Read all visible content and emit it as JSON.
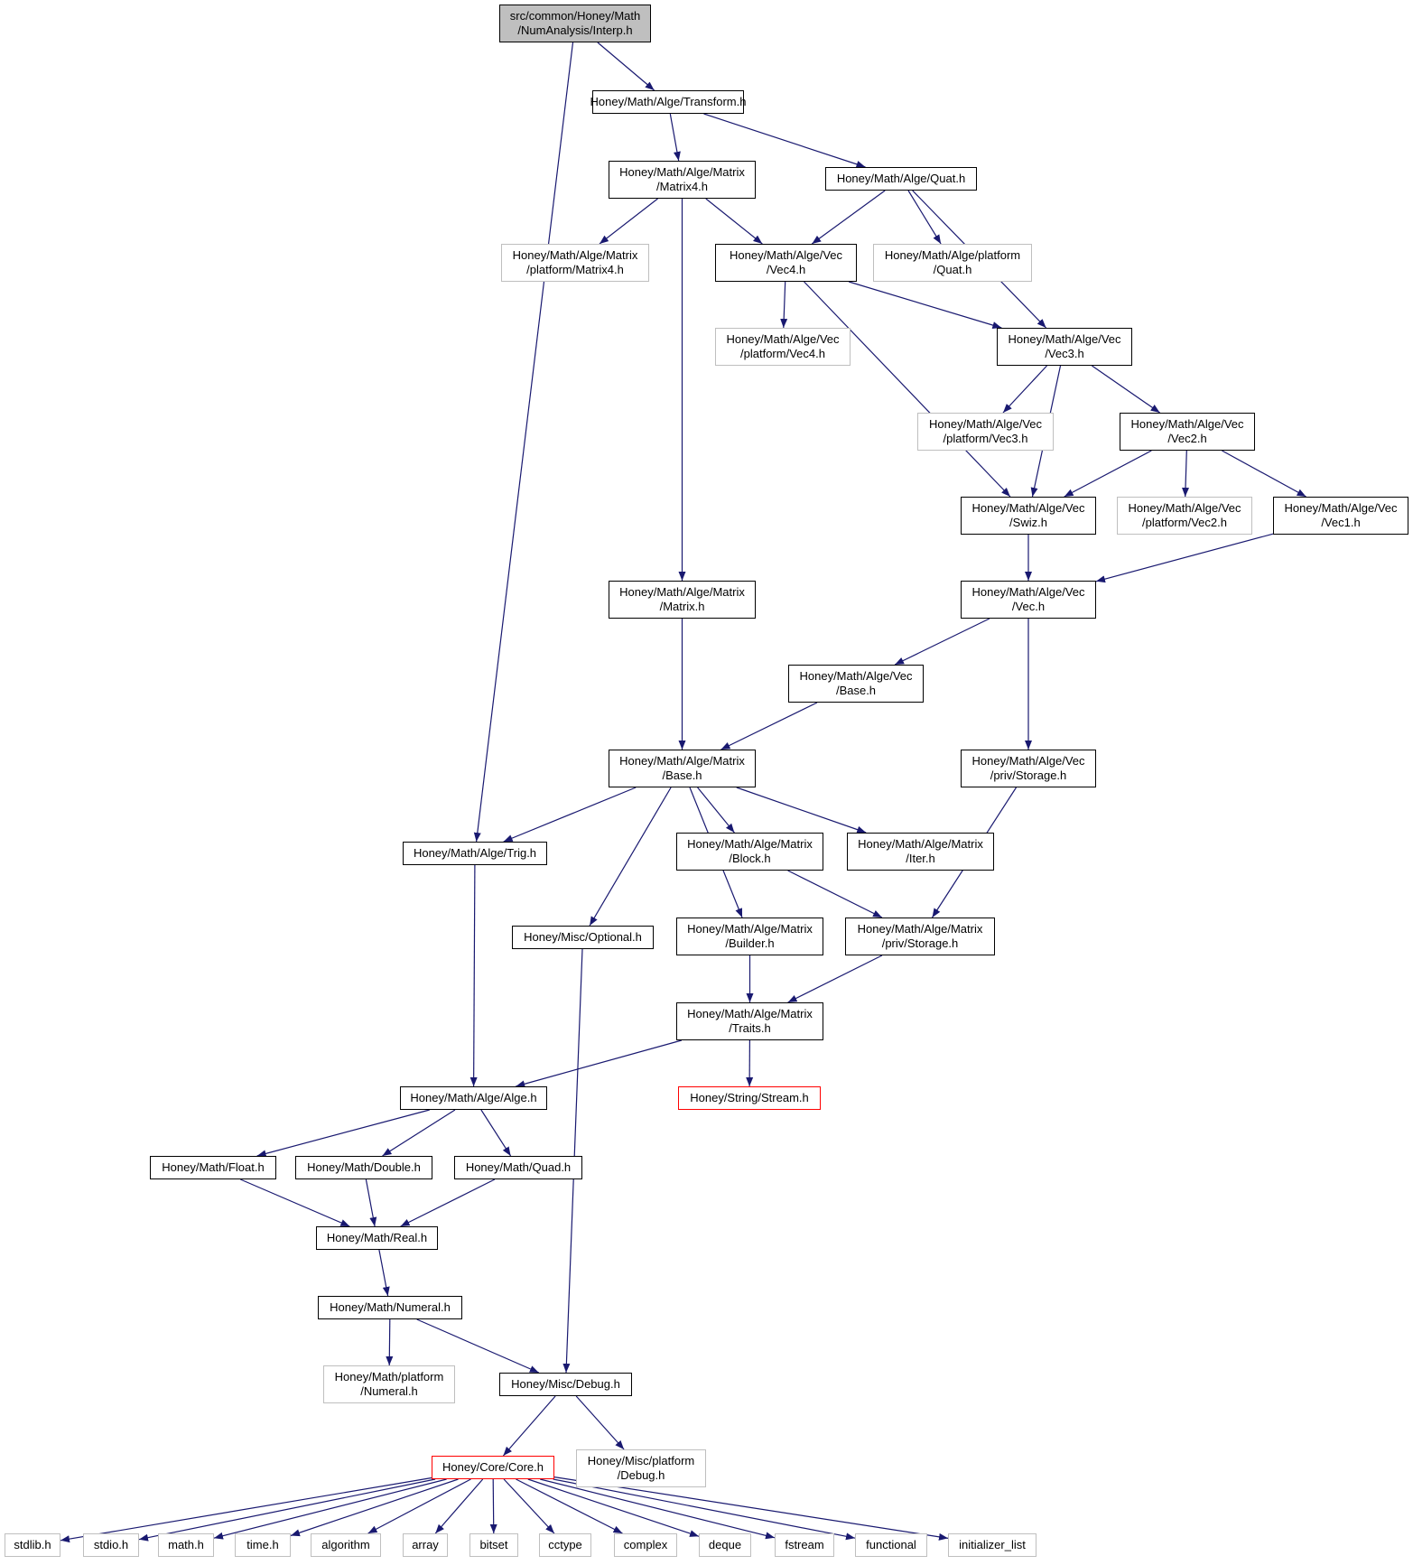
{
  "colors": {
    "edge": "#191970",
    "documented_border": "#000000",
    "external_border": "#bfbfbf",
    "truncated_border": "#ff0000",
    "root_fill": "#bfbfbf"
  },
  "nodes": [
    {
      "id": "interp",
      "kind": "root",
      "lines": [
        "src/common/Honey/Math",
        "/NumAnalysis/Interp.h"
      ]
    },
    {
      "id": "transform",
      "kind": "doc",
      "lines": [
        "Honey/Math/Alge/Transform.h"
      ]
    },
    {
      "id": "matrix4",
      "kind": "doc",
      "lines": [
        "Honey/Math/Alge/Matrix",
        "/Matrix4.h"
      ]
    },
    {
      "id": "quat",
      "kind": "doc",
      "lines": [
        "Honey/Math/Alge/Quat.h"
      ]
    },
    {
      "id": "pmatrix4",
      "kind": "ext",
      "lines": [
        "Honey/Math/Alge/Matrix",
        "/platform/Matrix4.h"
      ]
    },
    {
      "id": "vec4",
      "kind": "doc",
      "lines": [
        "Honey/Math/Alge/Vec",
        "/Vec4.h"
      ]
    },
    {
      "id": "pquat",
      "kind": "ext",
      "lines": [
        "Honey/Math/Alge/platform",
        "/Quat.h"
      ]
    },
    {
      "id": "pvec4",
      "kind": "ext",
      "lines": [
        "Honey/Math/Alge/Vec",
        "/platform/Vec4.h"
      ]
    },
    {
      "id": "vec3",
      "kind": "doc",
      "lines": [
        "Honey/Math/Alge/Vec",
        "/Vec3.h"
      ]
    },
    {
      "id": "pvec3",
      "kind": "ext",
      "lines": [
        "Honey/Math/Alge/Vec",
        "/platform/Vec3.h"
      ]
    },
    {
      "id": "vec2",
      "kind": "doc",
      "lines": [
        "Honey/Math/Alge/Vec",
        "/Vec2.h"
      ]
    },
    {
      "id": "swiz",
      "kind": "doc",
      "lines": [
        "Honey/Math/Alge/Vec",
        "/Swiz.h"
      ]
    },
    {
      "id": "pvec2",
      "kind": "ext",
      "lines": [
        "Honey/Math/Alge/Vec",
        "/platform/Vec2.h"
      ]
    },
    {
      "id": "vec1",
      "kind": "doc",
      "lines": [
        "Honey/Math/Alge/Vec",
        "/Vec1.h"
      ]
    },
    {
      "id": "matrix",
      "kind": "doc",
      "lines": [
        "Honey/Math/Alge/Matrix",
        "/Matrix.h"
      ]
    },
    {
      "id": "vec",
      "kind": "doc",
      "lines": [
        "Honey/Math/Alge/Vec",
        "/Vec.h"
      ]
    },
    {
      "id": "vecbase",
      "kind": "doc",
      "lines": [
        "Honey/Math/Alge/Vec",
        "/Base.h"
      ]
    },
    {
      "id": "mbase",
      "kind": "doc",
      "lines": [
        "Honey/Math/Alge/Matrix",
        "/Base.h"
      ]
    },
    {
      "id": "vstorage",
      "kind": "doc",
      "lines": [
        "Honey/Math/Alge/Vec",
        "/priv/Storage.h"
      ]
    },
    {
      "id": "trig",
      "kind": "doc",
      "lines": [
        "Honey/Math/Alge/Trig.h"
      ]
    },
    {
      "id": "block",
      "kind": "doc",
      "lines": [
        "Honey/Math/Alge/Matrix",
        "/Block.h"
      ]
    },
    {
      "id": "iter",
      "kind": "doc",
      "lines": [
        "Honey/Math/Alge/Matrix",
        "/Iter.h"
      ]
    },
    {
      "id": "optional",
      "kind": "doc",
      "lines": [
        "Honey/Misc/Optional.h"
      ]
    },
    {
      "id": "builder",
      "kind": "doc",
      "lines": [
        "Honey/Math/Alge/Matrix",
        "/Builder.h"
      ]
    },
    {
      "id": "mstorage",
      "kind": "doc",
      "lines": [
        "Honey/Math/Alge/Matrix",
        "/priv/Storage.h"
      ]
    },
    {
      "id": "traits",
      "kind": "doc",
      "lines": [
        "Honey/Math/Alge/Matrix",
        "/Traits.h"
      ]
    },
    {
      "id": "alge",
      "kind": "doc",
      "lines": [
        "Honey/Math/Alge/Alge.h"
      ]
    },
    {
      "id": "stream",
      "kind": "red",
      "lines": [
        "Honey/String/Stream.h"
      ]
    },
    {
      "id": "float",
      "kind": "doc",
      "lines": [
        "Honey/Math/Float.h"
      ]
    },
    {
      "id": "double",
      "kind": "doc",
      "lines": [
        "Honey/Math/Double.h"
      ]
    },
    {
      "id": "quad",
      "kind": "doc",
      "lines": [
        "Honey/Math/Quad.h"
      ]
    },
    {
      "id": "real",
      "kind": "doc",
      "lines": [
        "Honey/Math/Real.h"
      ]
    },
    {
      "id": "numeral",
      "kind": "doc",
      "lines": [
        "Honey/Math/Numeral.h"
      ]
    },
    {
      "id": "pnumeral",
      "kind": "ext",
      "lines": [
        "Honey/Math/platform",
        "/Numeral.h"
      ]
    },
    {
      "id": "debug",
      "kind": "doc",
      "lines": [
        "Honey/Misc/Debug.h"
      ]
    },
    {
      "id": "core",
      "kind": "red",
      "lines": [
        "Honey/Core/Core.h"
      ]
    },
    {
      "id": "pdebug",
      "kind": "ext",
      "lines": [
        "Honey/Misc/platform",
        "/Debug.h"
      ]
    },
    {
      "id": "stdlib",
      "kind": "ext",
      "lines": [
        "stdlib.h"
      ]
    },
    {
      "id": "stdio",
      "kind": "ext",
      "lines": [
        "stdio.h"
      ]
    },
    {
      "id": "mathh",
      "kind": "ext",
      "lines": [
        "math.h"
      ]
    },
    {
      "id": "timeh",
      "kind": "ext",
      "lines": [
        "time.h"
      ]
    },
    {
      "id": "algorithm",
      "kind": "ext",
      "lines": [
        "algorithm"
      ]
    },
    {
      "id": "array",
      "kind": "ext",
      "lines": [
        "array"
      ]
    },
    {
      "id": "bitset",
      "kind": "ext",
      "lines": [
        "bitset"
      ]
    },
    {
      "id": "cctype",
      "kind": "ext",
      "lines": [
        "cctype"
      ]
    },
    {
      "id": "complex",
      "kind": "ext",
      "lines": [
        "complex"
      ]
    },
    {
      "id": "deque",
      "kind": "ext",
      "lines": [
        "deque"
      ]
    },
    {
      "id": "fstream",
      "kind": "ext",
      "lines": [
        "fstream"
      ]
    },
    {
      "id": "functional",
      "kind": "ext",
      "lines": [
        "functional"
      ]
    },
    {
      "id": "initlist",
      "kind": "ext",
      "lines": [
        "initializer_list"
      ]
    }
  ],
  "edges": [
    [
      "interp",
      "transform"
    ],
    [
      "interp",
      "trig"
    ],
    [
      "transform",
      "matrix4"
    ],
    [
      "transform",
      "quat"
    ],
    [
      "matrix4",
      "pmatrix4"
    ],
    [
      "matrix4",
      "vec4"
    ],
    [
      "matrix4",
      "matrix"
    ],
    [
      "quat",
      "vec4"
    ],
    [
      "quat",
      "pquat"
    ],
    [
      "quat",
      "vec3"
    ],
    [
      "vec4",
      "pvec4"
    ],
    [
      "vec4",
      "vec3"
    ],
    [
      "vec4",
      "swiz"
    ],
    [
      "vec3",
      "pvec3"
    ],
    [
      "vec3",
      "vec2"
    ],
    [
      "vec3",
      "swiz"
    ],
    [
      "vec2",
      "swiz"
    ],
    [
      "vec2",
      "pvec2"
    ],
    [
      "vec2",
      "vec1"
    ],
    [
      "swiz",
      "vec"
    ],
    [
      "vec1",
      "vec"
    ],
    [
      "matrix",
      "mbase"
    ],
    [
      "vec",
      "vecbase"
    ],
    [
      "vec",
      "vstorage"
    ],
    [
      "vecbase",
      "mbase"
    ],
    [
      "mbase",
      "trig"
    ],
    [
      "mbase",
      "optional"
    ],
    [
      "mbase",
      "builder"
    ],
    [
      "mbase",
      "block"
    ],
    [
      "mbase",
      "iter"
    ],
    [
      "vstorage",
      "mstorage"
    ],
    [
      "block",
      "mstorage"
    ],
    [
      "builder",
      "traits"
    ],
    [
      "mstorage",
      "traits"
    ],
    [
      "trig",
      "alge"
    ],
    [
      "traits",
      "alge"
    ],
    [
      "traits",
      "stream"
    ],
    [
      "optional",
      "debug"
    ],
    [
      "alge",
      "float"
    ],
    [
      "alge",
      "double"
    ],
    [
      "alge",
      "quad"
    ],
    [
      "float",
      "real"
    ],
    [
      "double",
      "real"
    ],
    [
      "quad",
      "real"
    ],
    [
      "real",
      "numeral"
    ],
    [
      "numeral",
      "pnumeral"
    ],
    [
      "numeral",
      "debug"
    ],
    [
      "debug",
      "core"
    ],
    [
      "debug",
      "pdebug"
    ],
    [
      "core",
      "stdlib"
    ],
    [
      "core",
      "stdio"
    ],
    [
      "core",
      "mathh"
    ],
    [
      "core",
      "timeh"
    ],
    [
      "core",
      "algorithm"
    ],
    [
      "core",
      "array"
    ],
    [
      "core",
      "bitset"
    ],
    [
      "core",
      "cctype"
    ],
    [
      "core",
      "complex"
    ],
    [
      "core",
      "deque"
    ],
    [
      "core",
      "fstream"
    ],
    [
      "core",
      "functional"
    ],
    [
      "core",
      "initlist"
    ]
  ]
}
